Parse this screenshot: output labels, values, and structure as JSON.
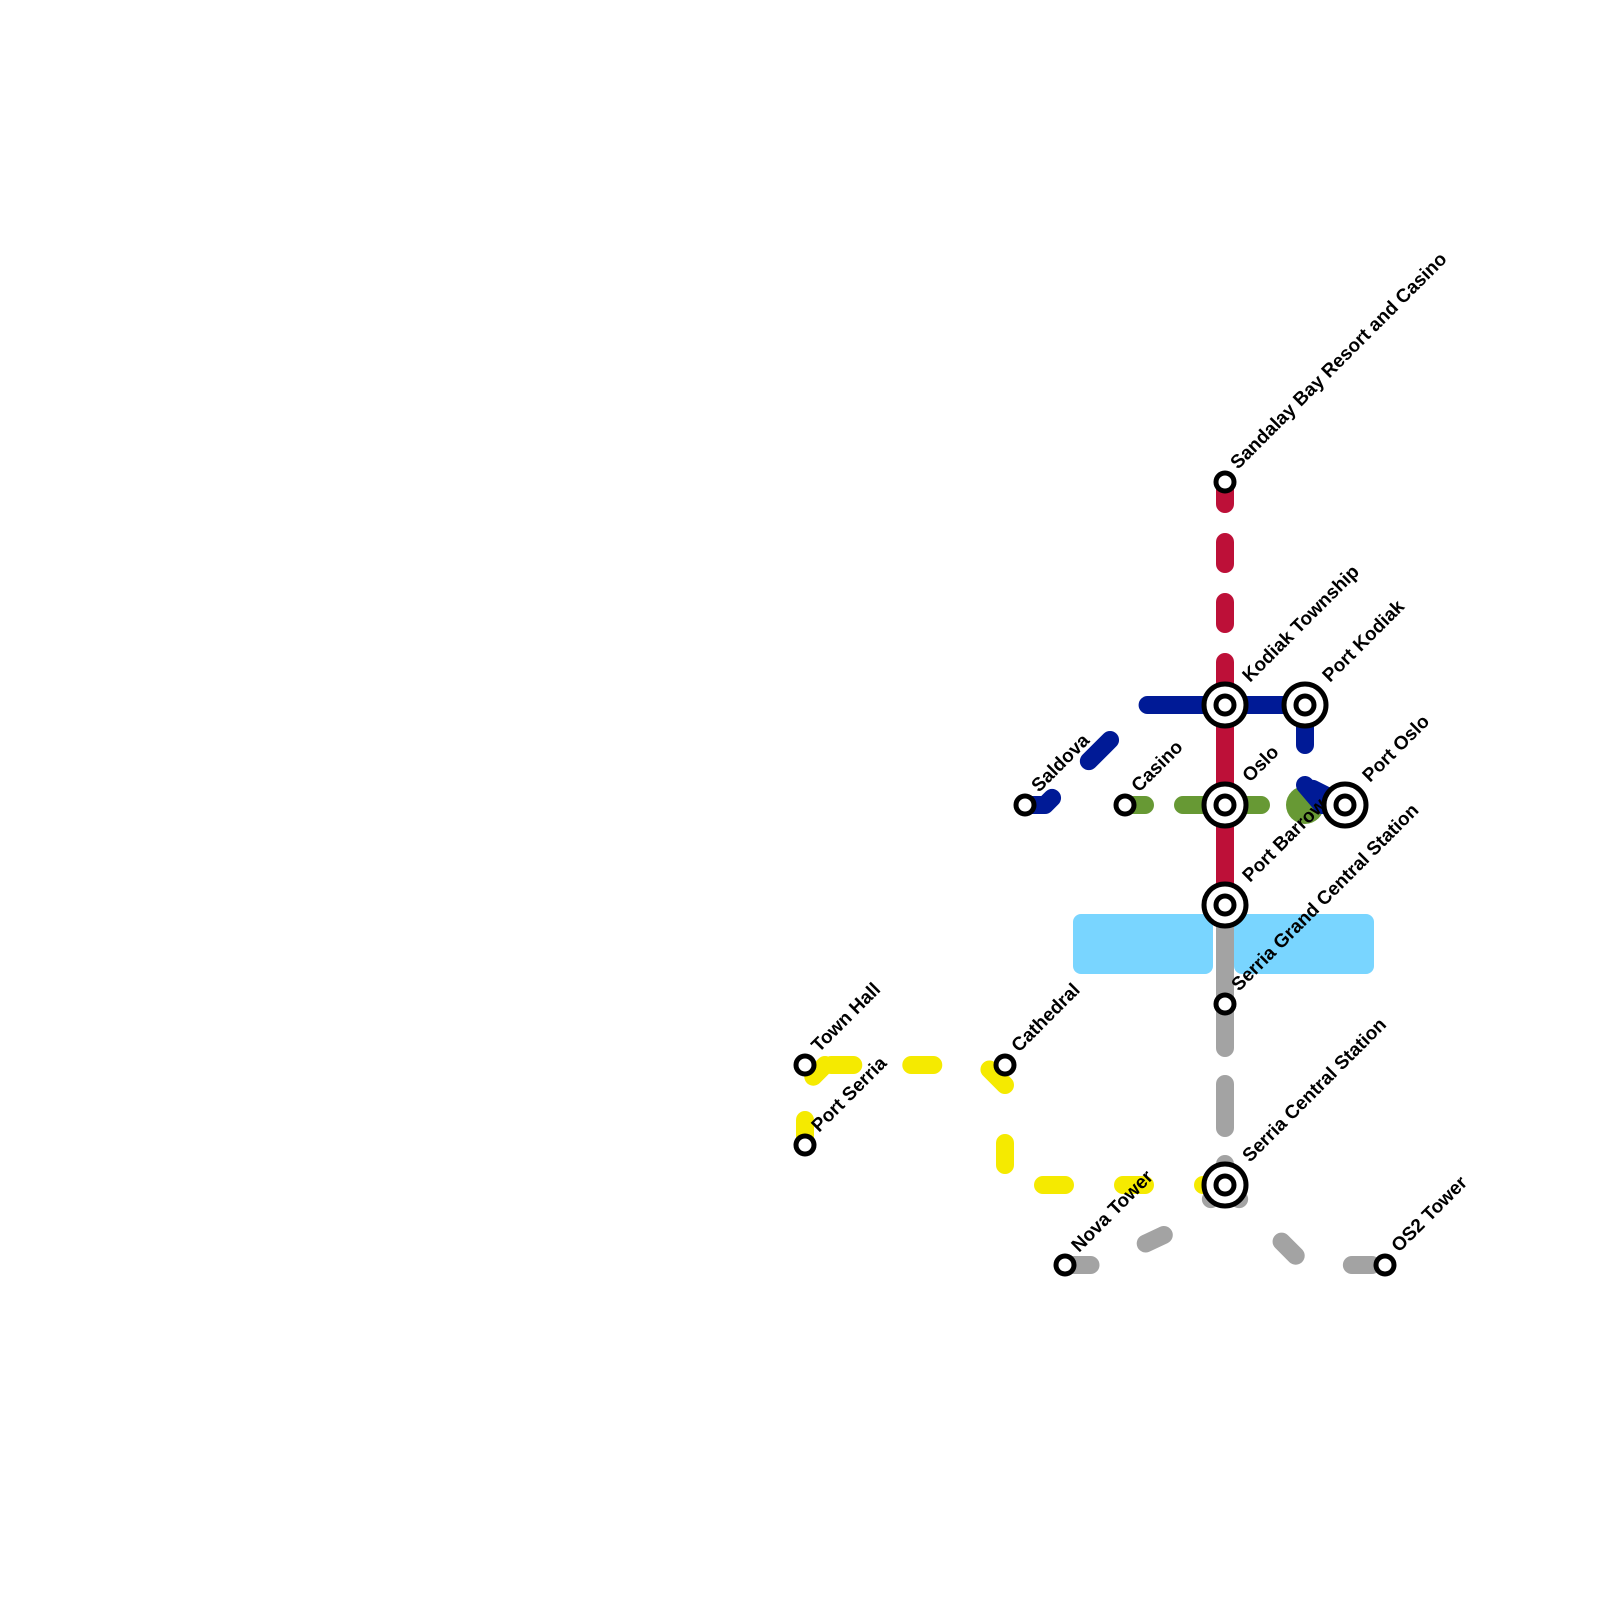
{
  "colors": {
    "red_line": "#BD1038",
    "blue_line": "#001A96",
    "green_line": "#679934",
    "grey_line": "#A3A3A3",
    "yellow_line": "#F5EA00",
    "water": "#79D5FF",
    "station_ring": "#000000",
    "station_fill": "#FFFFFF"
  },
  "stations": {
    "sandalay": "Sandalay Bay Resort and Casino",
    "kodiak_township": "Kodiak Township",
    "port_kodiak": "Port Kodiak",
    "saldova": "Saldova",
    "casino": "Casino",
    "oslo": "Oslo",
    "port_oslo": "Port Oslo",
    "port_barrow": "Port Barrow",
    "serria_grand_central": "Serria Grand Central Station",
    "serria_central": "Serria Central Station",
    "town_hall": "Town Hall",
    "port_serria": "Port Serria",
    "cathedral": "Cathedral",
    "nova_tower": "Nova Tower",
    "os2_tower": "OS2 Tower"
  }
}
